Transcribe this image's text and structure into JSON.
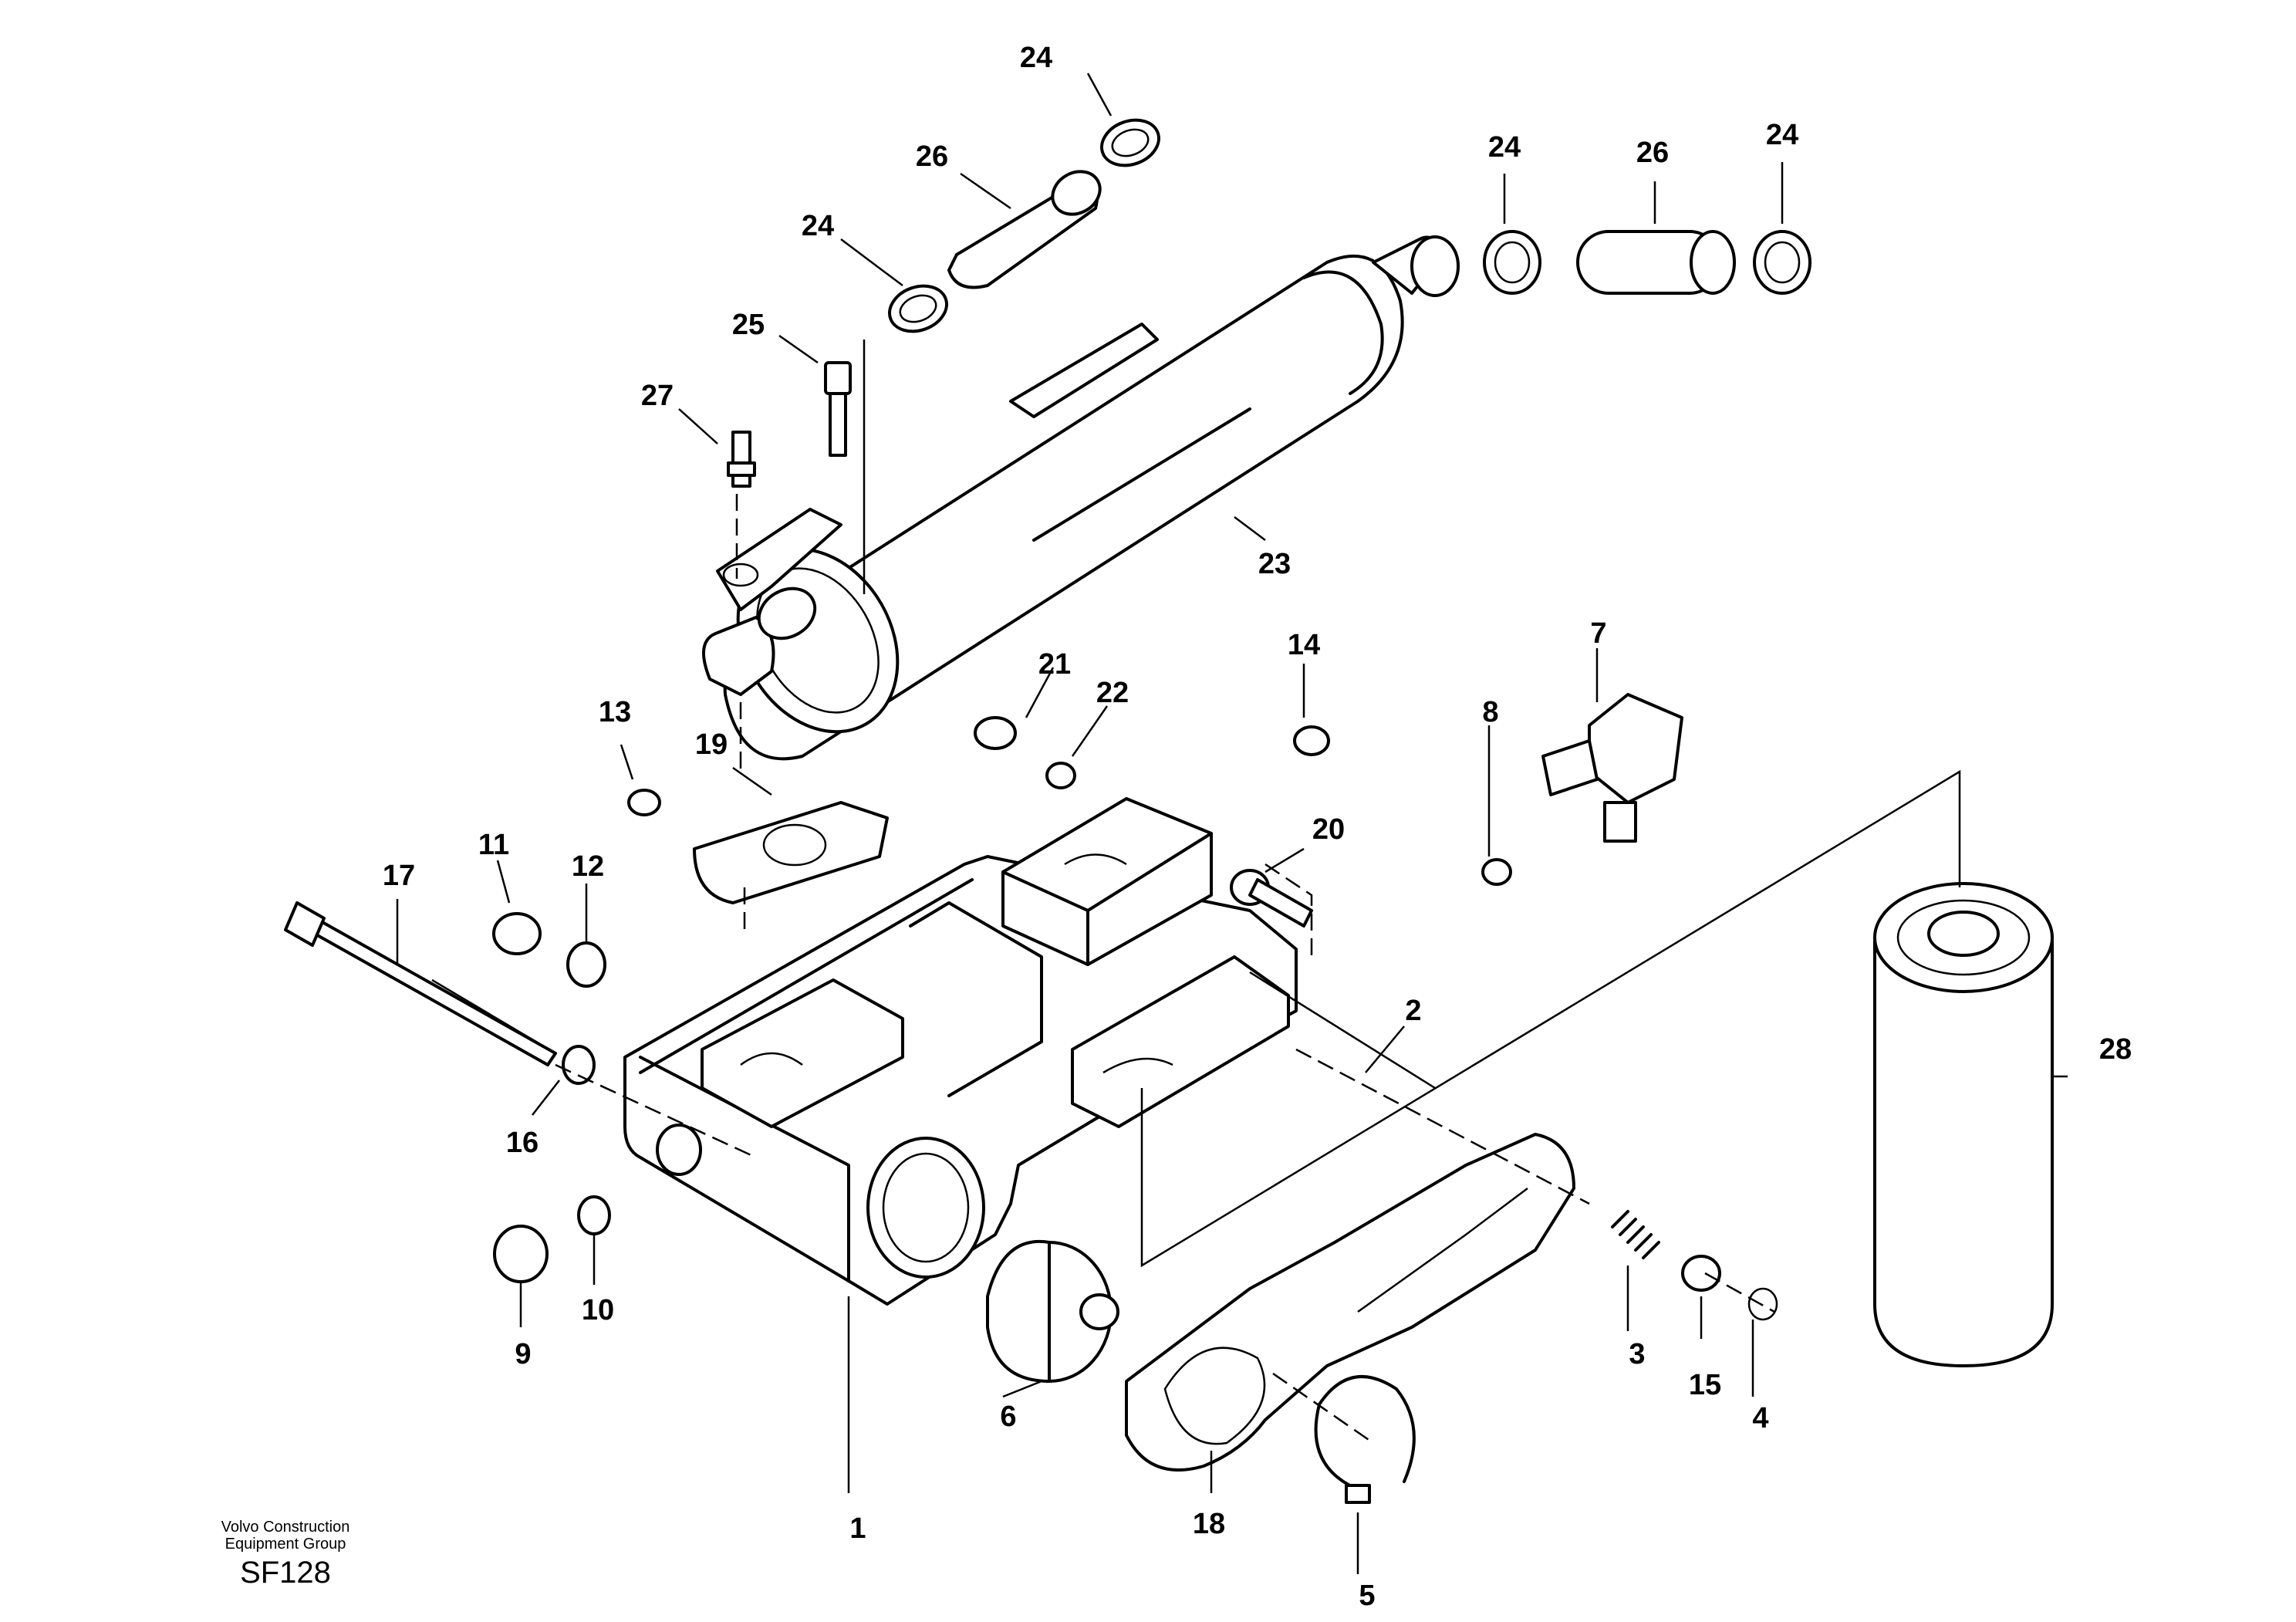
{
  "callouts": [
    {
      "label": "1"
    },
    {
      "label": "2"
    },
    {
      "label": "3"
    },
    {
      "label": "4"
    },
    {
      "label": "5"
    },
    {
      "label": "6"
    },
    {
      "label": "7"
    },
    {
      "label": "8"
    },
    {
      "label": "9"
    },
    {
      "label": "10"
    },
    {
      "label": "11"
    },
    {
      "label": "12"
    },
    {
      "label": "13"
    },
    {
      "label": "14"
    },
    {
      "label": "15"
    },
    {
      "label": "16"
    },
    {
      "label": "17"
    },
    {
      "label": "18"
    },
    {
      "label": "19"
    },
    {
      "label": "20"
    },
    {
      "label": "21"
    },
    {
      "label": "22"
    },
    {
      "label": "23"
    },
    {
      "label": "24"
    },
    {
      "label": "24"
    },
    {
      "label": "24"
    },
    {
      "label": "24"
    },
    {
      "label": "25"
    },
    {
      "label": "26"
    },
    {
      "label": "26"
    },
    {
      "label": "27"
    },
    {
      "label": "28"
    }
  ],
  "caption": {
    "line1": "Volvo Construction",
    "line2": "Equipment Group",
    "code": "SF128"
  }
}
